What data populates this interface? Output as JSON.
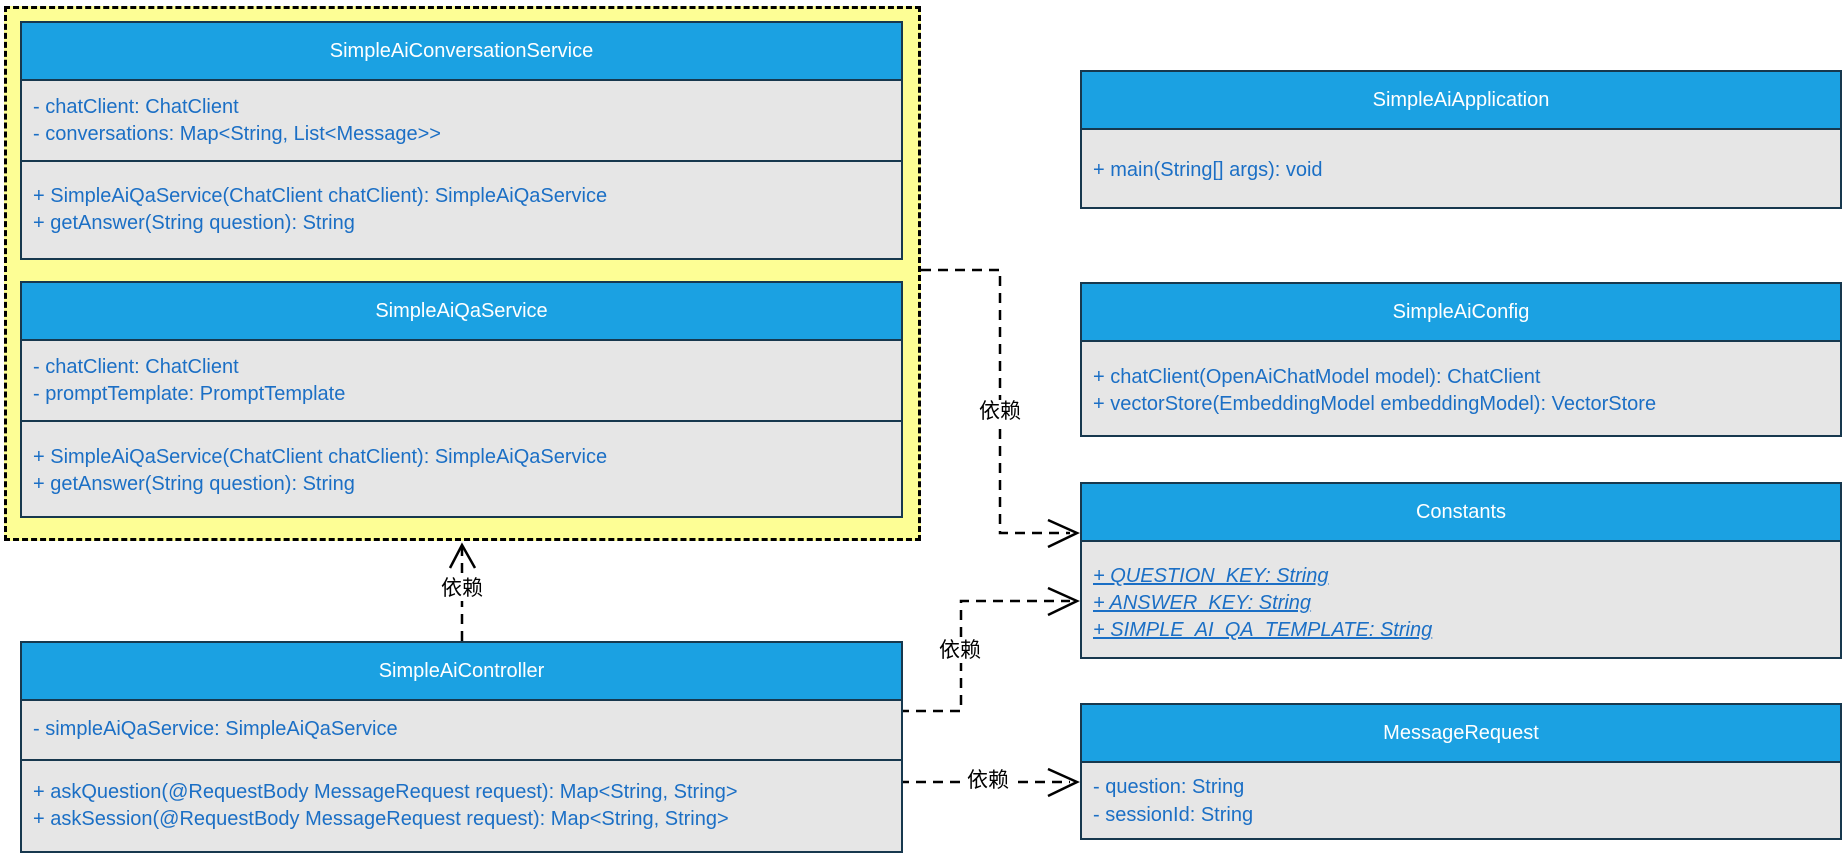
{
  "colors": {
    "header_blue": "#1BA1E2",
    "body_gray": "#E6E6E6",
    "border_dark": "#17384E",
    "group_yellow": "#FDFE95",
    "member_text_blue": "#1B6FC5",
    "title_text": "#ffffff",
    "edge_black": "#000000"
  },
  "classes": [
    {
      "title": "SimpleAiConversationService",
      "attributes": [
        "- chatClient: ChatClient",
        "- conversations: Map<String, List<Message>>"
      ],
      "methods": [
        "+ SimpleAiQaService(ChatClient chatClient): SimpleAiQaService",
        "+ getAnswer(String question): String"
      ]
    },
    {
      "title": "SimpleAiQaService",
      "attributes": [
        "- chatClient: ChatClient",
        "- promptTemplate: PromptTemplate"
      ],
      "methods": [
        "+ SimpleAiQaService(ChatClient chatClient): SimpleAiQaService",
        "+ getAnswer(String question): String"
      ]
    },
    {
      "title": "SimpleAiController",
      "attributes": [
        "- simpleAiQaService: SimpleAiQaService"
      ],
      "methods": [
        "+ askQuestion(@RequestBody MessageRequest request): Map<String, String>",
        "+ askSession(@RequestBody MessageRequest request): Map<String, String>"
      ]
    },
    {
      "title": "SimpleAiApplication",
      "methods": [
        "+ main(String[] args): void"
      ]
    },
    {
      "title": "SimpleAiConfig",
      "methods": [
        "+ chatClient(OpenAiChatModel model): ChatClient",
        "+ vectorStore(EmbeddingModel embeddingModel): VectorStore"
      ]
    },
    {
      "title": "Constants",
      "static_fields": [
        "+ QUESTION_KEY: String",
        "+ ANSWER_KEY: String",
        "+ SIMPLE_AI_QA_TEMPLATE: String"
      ]
    },
    {
      "title": "MessageRequest",
      "attributes": [
        "- question: String",
        "- sessionId: String"
      ]
    }
  ],
  "connectors": [
    {
      "from": "SimpleAiController",
      "to": "service-group",
      "label": "依赖"
    },
    {
      "from": "service-group",
      "to": "Constants",
      "label": "依赖"
    },
    {
      "from": "SimpleAiController",
      "to": "Constants",
      "label": "依赖"
    },
    {
      "from": "SimpleAiController",
      "to": "MessageRequest",
      "label": "依赖"
    }
  ]
}
